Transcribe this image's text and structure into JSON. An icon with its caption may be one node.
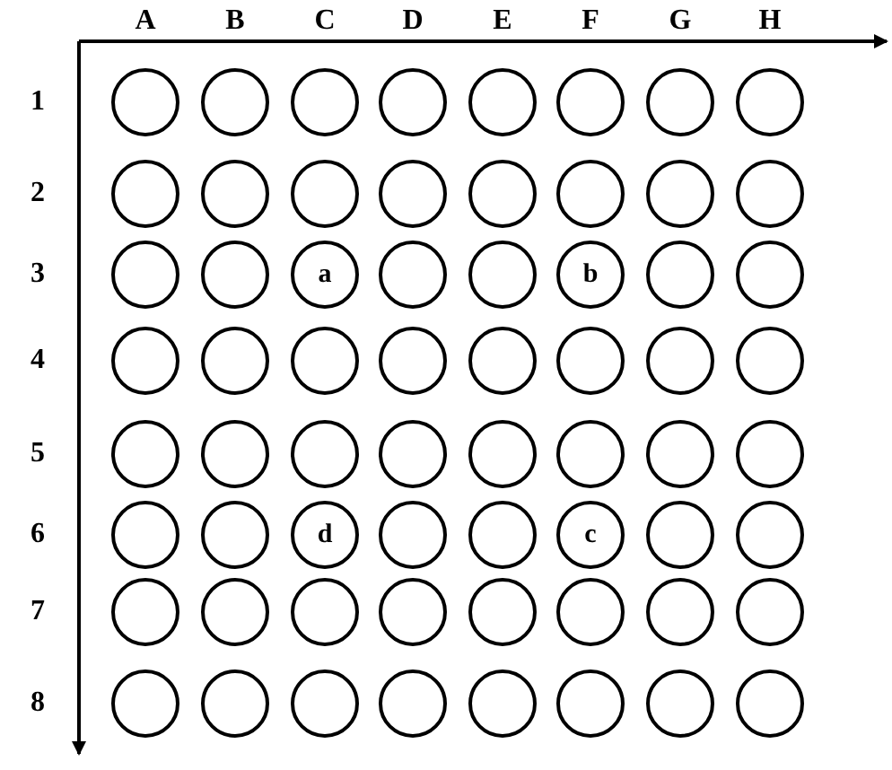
{
  "diagram": {
    "nodes": [
      {
        "text": [],
        "shape": "circle"
      },
      {
        "text": [],
        "shape": "circle"
      },
      {
        "text": [],
        "shape": "circle"
      },
      {
        "text": [],
        "shape": "circle"
      },
      {
        "text": [],
        "shape": "circle"
      },
      {
        "text": [],
        "shape": "circle"
      },
      {
        "text": [],
        "shape": "circle"
      },
      {
        "text": [],
        "shape": "circle"
      },
      {
        "text": [],
        "shape": "circle"
      },
      {
        "text": [],
        "shape": "circle"
      },
      {
        "text": [],
        "shape": "circle"
      },
      {
        "text": [],
        "shape": "circle"
      },
      {
        "text": [],
        "shape": "circle"
      },
      {
        "text": [],
        "shape": "circle"
      },
      {
        "text": [],
        "shape": "circle"
      },
      {
        "text": [],
        "shape": "circle"
      },
      {
        "text": [],
        "shape": "circle"
      },
      {
        "text": [],
        "shape": "circle"
      },
      {
        "text": [
          "a"
        ]
      },
      {
        "text": [],
        "shape": "circle"
      },
      {
        "text": [],
        "shape": "circle"
      },
      {
        "text": [
          "b"
        ]
      },
      {
        "text": [],
        "shape": "circle"
      },
      {
        "text": [],
        "shape": "circle"
      },
      {
        "text": [],
        "shape": "circle"
      },
      {
        "text": [],
        "shape": "circle"
      },
      {
        "text": [],
        "shape": "circle"
      },
      {
        "text": [],
        "shape": "circle"
      },
      {
        "text": [],
        "shape": "circle"
      },
      {
        "text": [],
        "shape": "circle"
      },
      {
        "text": [],
        "shape": "circle"
      },
      {
        "text": [],
        "shape": "circle"
      },
      {
        "text": [],
        "shape": "circle"
      },
      {
        "text": [],
        "shape": "circle"
      },
      {
        "text": [],
        "shape": "circle"
      },
      {
        "text": [],
        "shape": "circle"
      },
      {
        "text": [],
        "shape": "circle"
      },
      {
        "text": [],
        "shape": "circle"
      },
      {
        "text": [],
        "shape": "circle"
      },
      {
        "text": [],
        "shape": "circle"
      },
      {
        "text": [],
        "shape": "circle"
      },
      {
        "text": [],
        "shape": "circle"
      },
      {
        "text": [
          "d"
        ]
      },
      {
        "text": [],
        "shape": "circle"
      },
      {
        "text": [],
        "shape": "circle"
      },
      {
        "text": [
          "c"
        ]
      },
      {
        "text": [],
        "shape": "circle"
      },
      {
        "text": [],
        "shape": "circle"
      },
      {
        "text": [],
        "shape": "circle"
      },
      {
        "text": [],
        "shape": "circle"
      },
      {
        "text": [],
        "shape": "circle"
      },
      {
        "text": [],
        "shape": "circle"
      },
      {
        "text": [],
        "shape": "circle"
      },
      {
        "text": [],
        "shape": "circle"
      },
      {
        "text": [],
        "shape": "circle"
      },
      {
        "text": [],
        "shape": "circle"
      },
      {
        "text": [],
        "shape": "circle"
      },
      {
        "text": [],
        "shape": "circle"
      },
      {
        "text": [],
        "shape": "circle"
      },
      {
        "text": [],
        "shape": "circle"
      },
      {
        "text": [],
        "shape": "circle"
      },
      {
        "text": [],
        "shape": "circle"
      },
      {
        "text": [],
        "shape": "circle"
      },
      {
        "text": [],
        "shape": "circle"
      }
    ],
    "labels": [
      "A",
      "B",
      "C",
      "D",
      "E",
      "F",
      "G",
      "H",
      "1",
      "2",
      "3",
      "4",
      "5",
      "6",
      "7",
      "8"
    ]
  }
}
